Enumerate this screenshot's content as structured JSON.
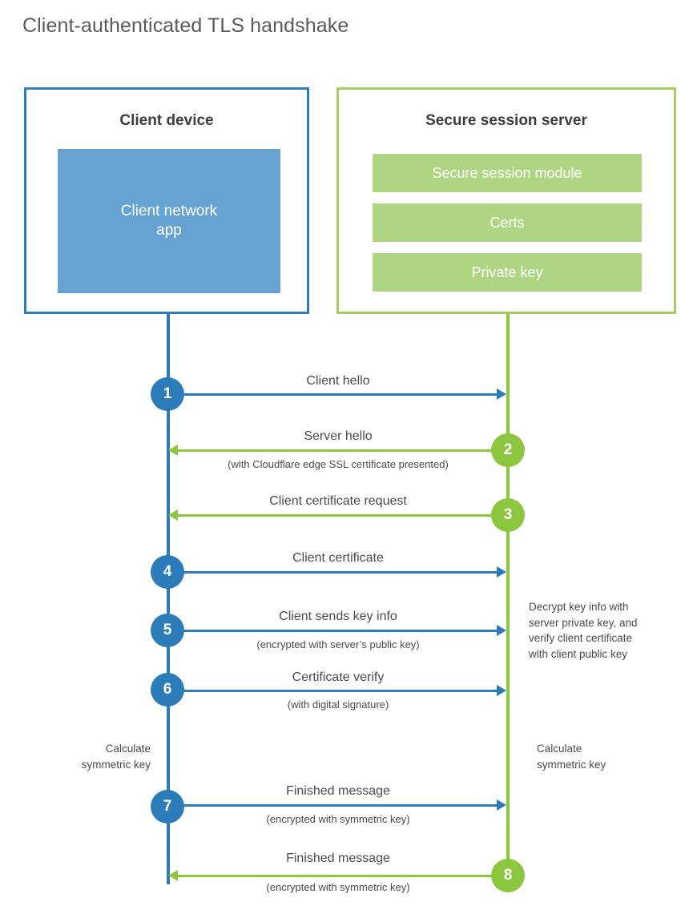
{
  "title": "Client-authenticated TLS handshake",
  "colors": {
    "blue": "#2b7cb9",
    "blue_fill": "#66a3d2",
    "green": "#8cc63f",
    "green_light": "#aed581",
    "green_border": "#a5ce5a",
    "text": "#4a4a4a",
    "background": "#ffffff"
  },
  "client": {
    "title": "Client device",
    "app_label": "Client network\napp",
    "app_label_line1": "Client network",
    "app_label_line2": "app"
  },
  "server": {
    "title": "Secure session server",
    "bars": [
      {
        "label": "Secure session module"
      },
      {
        "label": "Certs"
      },
      {
        "label": "Private key"
      }
    ]
  },
  "steps": [
    {
      "number": "1",
      "label": "Client hello",
      "sublabel": "",
      "direction": "client-to-server",
      "color": "blue"
    },
    {
      "number": "2",
      "label": "Server hello",
      "sublabel": "(with Cloudflare edge SSL certificate presented)",
      "direction": "server-to-client",
      "color": "green"
    },
    {
      "number": "3",
      "label": "Client certificate request",
      "sublabel": "",
      "direction": "server-to-client",
      "color": "green"
    },
    {
      "number": "4",
      "label": "Client certificate",
      "sublabel": "",
      "direction": "client-to-server",
      "color": "blue"
    },
    {
      "number": "5",
      "label": "Client sends key info",
      "sublabel": "(encrypted with server’s public key)",
      "direction": "client-to-server",
      "color": "blue"
    },
    {
      "number": "6",
      "label": "Certificate verify",
      "sublabel": "(with digital signature)",
      "direction": "client-to-server",
      "color": "blue"
    },
    {
      "number": "7",
      "label": "Finished message",
      "sublabel": "(encrypted with symmetric key)",
      "direction": "client-to-server",
      "color": "blue"
    },
    {
      "number": "8",
      "label": "Finished message",
      "sublabel": "(encrypted with symmetric key)",
      "direction": "server-to-client",
      "color": "green"
    }
  ],
  "notes": {
    "server_decrypt": "Decrypt key info with\nserver private key, and\nverify client certificate\nwith client public key",
    "server_decrypt_line1": "Decrypt key info with",
    "server_decrypt_line2": "server private key, and",
    "server_decrypt_line3": "verify client certificate",
    "server_decrypt_line4": "with client public key",
    "client_calc_line1": "Calculate",
    "client_calc_line2": "symmetric key",
    "server_calc_line1": "Calculate",
    "server_calc_line2": "symmetric key"
  }
}
